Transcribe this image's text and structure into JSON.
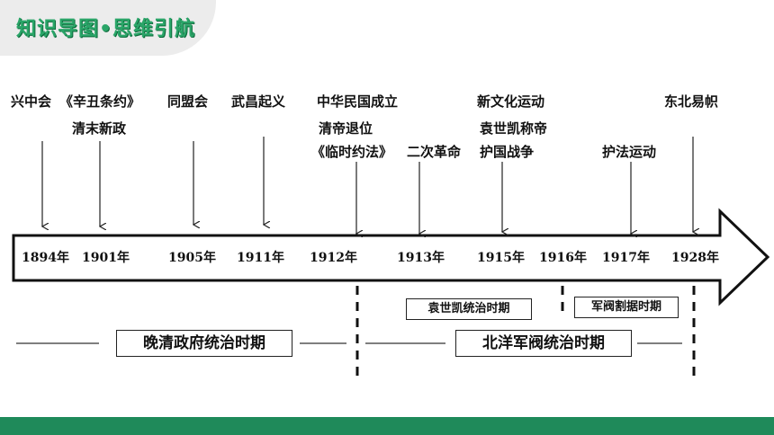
{
  "header": {
    "title": "知识导图•思维引航"
  },
  "events": {
    "e1": "兴中会",
    "e2": "《辛丑条约》",
    "e3": "清末新政",
    "e4": "同盟会",
    "e5": "武昌起义",
    "e6": "中华民国成立",
    "e7": "清帝退位",
    "e8": "《临时约法》",
    "e9": "二次革命",
    "e10": "新文化运动",
    "e11": "袁世凯称帝",
    "e12": "护国战争",
    "e13": "护法运动",
    "e14": "东北易帜"
  },
  "years": {
    "y1": "1894年",
    "y2": "1901年",
    "y3": "1905年",
    "y4": "1911年",
    "y5": "1912年",
    "y6": "1913年",
    "y7": "1915年",
    "y8": "1916年",
    "y9": "1917年",
    "y10": "1928年"
  },
  "periods": {
    "late_qing": "晚清政府统治时期",
    "beiyang": "北洋军阀统治时期",
    "yuan": "袁世凯统治时期",
    "warlord": "军阀割据时期"
  }
}
